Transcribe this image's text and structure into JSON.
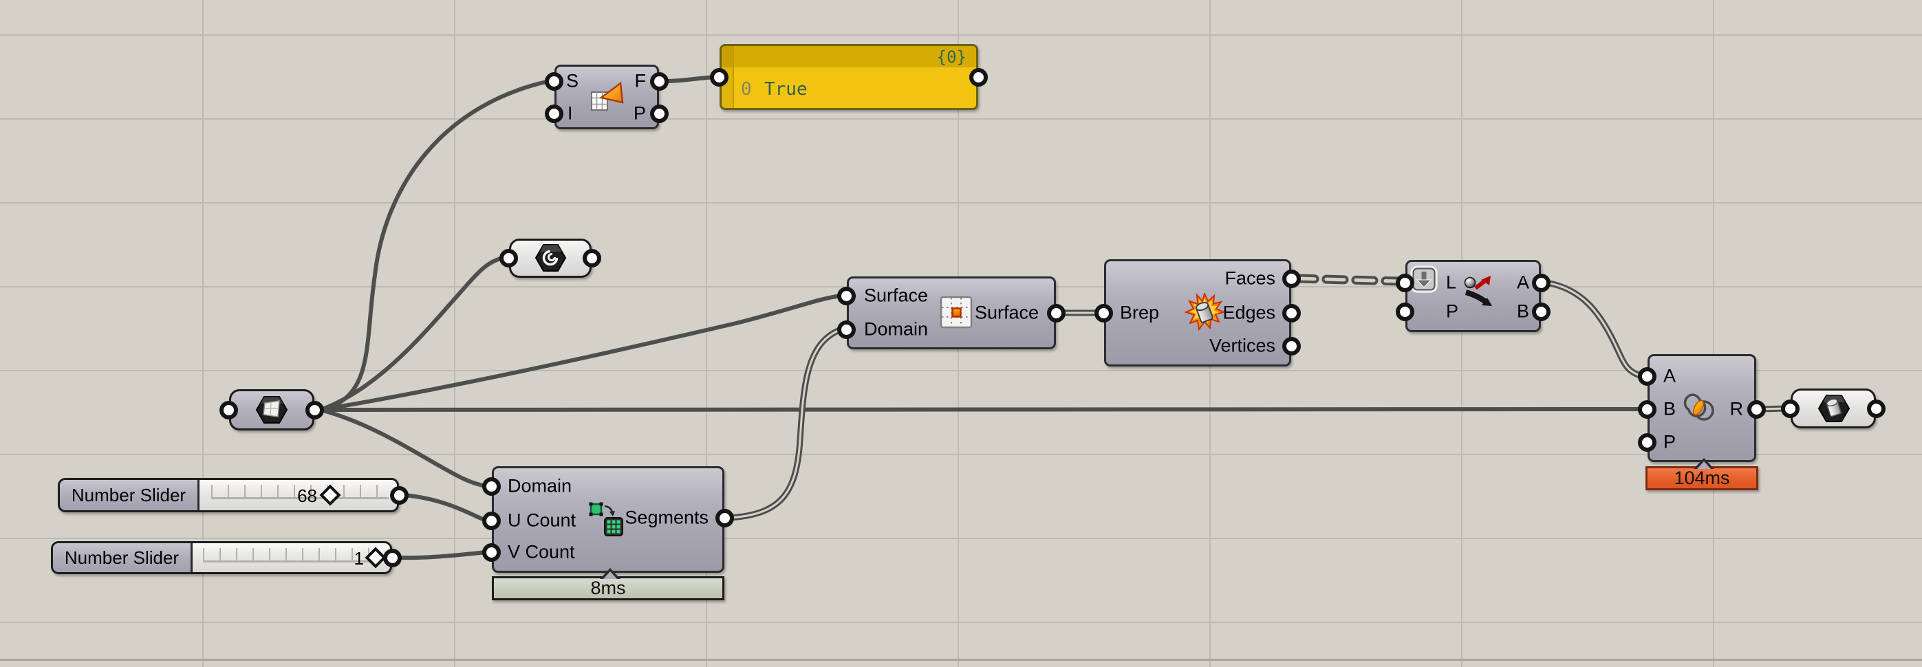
{
  "colors": {
    "canvas_bg": "#d4d1c9",
    "grid_line": "#bdbab2",
    "wire": "#4e4e4c",
    "component_body": "#a8a6b2",
    "panel_yellow": "#f2c412",
    "runtime_warn_orange": "#e65f2a",
    "runtime_ok_gray": "#c7ccba"
  },
  "is_planar": {
    "inputs": [
      "S",
      "I"
    ],
    "outputs": [
      "F",
      "P"
    ],
    "icon": "planar-surface-icon"
  },
  "panel": {
    "path_label": "{0}",
    "index": "0",
    "value": "True"
  },
  "curve_param": {
    "icon": "curve-hexagon-icon"
  },
  "surface_param": {
    "icon": "surface-hexagon-icon"
  },
  "isotrim": {
    "inputs": [
      "Surface",
      "Domain"
    ],
    "outputs": [
      "Surface"
    ],
    "icon": "isotrim-grid-icon"
  },
  "deconstruct_brep": {
    "inputs": [
      "Brep"
    ],
    "outputs": [
      "Faces",
      "Edges",
      "Vertices"
    ],
    "icon": "explode-brep-icon"
  },
  "dispatch": {
    "inputs": [
      "L",
      "P"
    ],
    "outputs": [
      "A",
      "B"
    ],
    "icon": "dispatch-icon",
    "badge_icon": "flatten-arrow-icon"
  },
  "region_intersection": {
    "inputs": [
      "A",
      "B",
      "P"
    ],
    "outputs": [
      "R"
    ],
    "runtime": "104ms",
    "icon": "region-intersection-icon"
  },
  "brep_param": {
    "icon": "brep-hexagon-icon"
  },
  "slider_u": {
    "label": "Number Slider",
    "value": "68"
  },
  "slider_v": {
    "label": "Number Slider",
    "value": "1"
  },
  "divide_domain": {
    "inputs": [
      "Domain",
      "U Count",
      "V Count"
    ],
    "outputs": [
      "Segments"
    ],
    "runtime": "8ms",
    "icon": "divide-domain-icon"
  }
}
